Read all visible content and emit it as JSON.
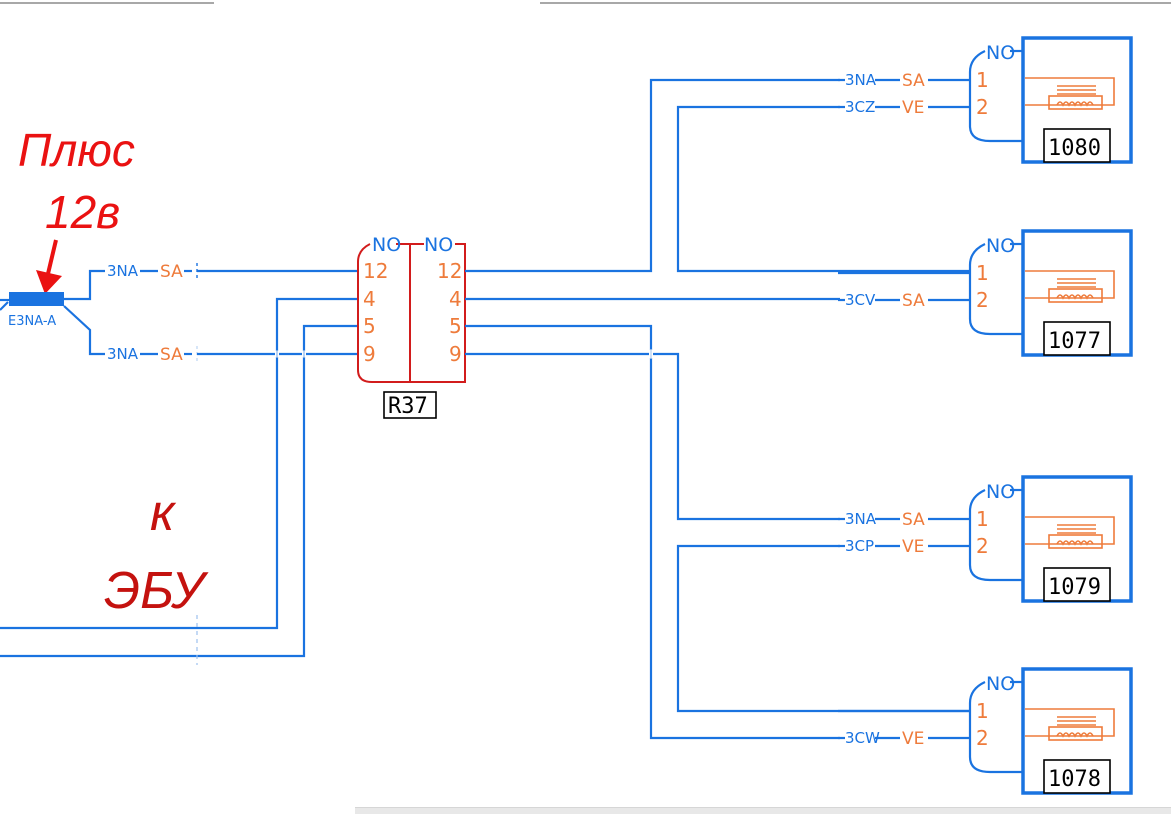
{
  "annotations": {
    "plus_line1": "Плюс",
    "plus_line2": "12в",
    "ecu_line1": "к",
    "ecu_line2": "ЭБУ"
  },
  "splice": {
    "label": "E3NA-A",
    "branches": [
      {
        "wire": "3NA",
        "color": "SA"
      },
      {
        "wire": "3NA",
        "color": "SA"
      }
    ]
  },
  "relay": {
    "id": "R37",
    "left_header": "NO",
    "right_header": "NO",
    "left_pins": [
      "12",
      "4",
      "5",
      "9"
    ],
    "right_pins": [
      "12",
      "4",
      "5",
      "9"
    ]
  },
  "injectors": [
    {
      "id": "1080",
      "header": "NO",
      "pins": [
        "1",
        "2"
      ],
      "wires": [
        {
          "pin": "1",
          "wire": "3NA",
          "color": "SA"
        },
        {
          "pin": "2",
          "wire": "3CZ",
          "color": "VE"
        }
      ]
    },
    {
      "id": "1077",
      "header": "NO",
      "pins": [
        "1",
        "2"
      ],
      "wires": [
        {
          "pin": "1",
          "wire": "",
          "color": ""
        },
        {
          "pin": "2",
          "wire": "3CV",
          "color": "SA"
        }
      ]
    },
    {
      "id": "1079",
      "header": "NO",
      "pins": [
        "1",
        "2"
      ],
      "wires": [
        {
          "pin": "1",
          "wire": "3NA",
          "color": "SA"
        },
        {
          "pin": "2",
          "wire": "3CP",
          "color": "VE"
        }
      ]
    },
    {
      "id": "1078",
      "header": "NO",
      "pins": [
        "1",
        "2"
      ],
      "wires": [
        {
          "pin": "1",
          "wire": "",
          "color": ""
        },
        {
          "pin": "2",
          "wire": "3CW",
          "color": "VE"
        }
      ]
    }
  ],
  "colors": {
    "wire": "#1a73e0",
    "connector_outline": "#d21c1c",
    "pin_text": "#ee7b3b",
    "annotation": "#ea1212",
    "annotation_dark": "#c4120f"
  }
}
